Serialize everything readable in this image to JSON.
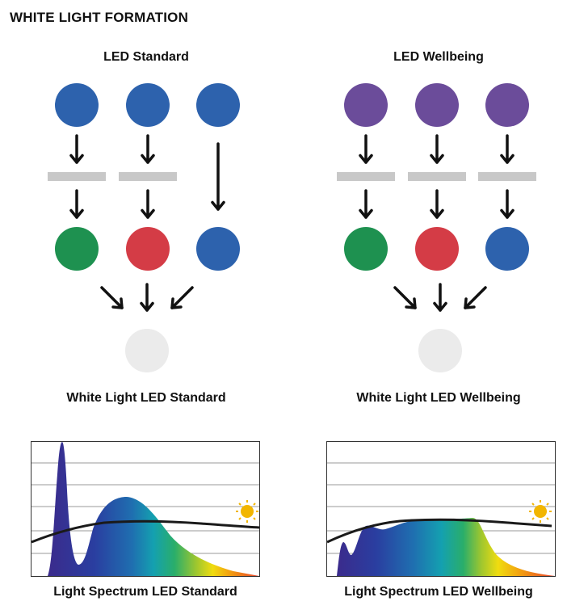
{
  "title": "WHITE LIGHT FORMATION",
  "colors": {
    "blue": "#2d62ad",
    "violet": "#6b4c9a",
    "green": "#1e9150",
    "red": "#d43c46",
    "white": "#ebebeb",
    "filter": "#c8c8c8",
    "sun": "#f2b600"
  },
  "panels": [
    {
      "heading": "LED Standard",
      "source_color": "blue",
      "output_colors": [
        "green",
        "red",
        "blue"
      ],
      "filtered": [
        true,
        true,
        false
      ],
      "result_label": "White Light LED Standard",
      "spectrum_label": "Light Spectrum LED Standard"
    },
    {
      "heading": "LED Wellbeing",
      "source_color": "violet",
      "output_colors": [
        "green",
        "red",
        "blue"
      ],
      "filtered": [
        true,
        true,
        true
      ],
      "result_label": "White Light LED Wellbeing",
      "spectrum_label": "Light Spectrum LED Wellbeing"
    }
  ]
}
